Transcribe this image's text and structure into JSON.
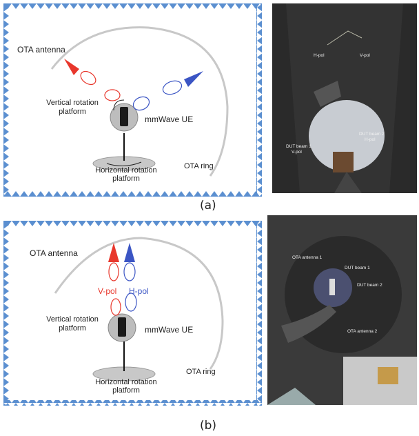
{
  "panel_a": {
    "caption": "(a)",
    "ota_antenna": "OTA antenna",
    "vertical_rotation_line1": "Vertical rotation",
    "vertical_rotation_line2": "platform",
    "mmwave_ue": "mmWave UE",
    "horizontal_rotation_line1": "Horizontal rotation",
    "horizontal_rotation_line2": "platform",
    "ota_ring": "OTA ring",
    "photo": {
      "h_pol": "H-pol",
      "v_pol": "V-pol",
      "dut_beam1_line1": "DUT beam 1",
      "dut_beam1_line2": "V-pol",
      "dut_beam2_line1": "DUT beam 2",
      "dut_beam2_line2": "H-pol"
    }
  },
  "panel_b": {
    "caption": "(b)",
    "ota_antenna": "OTA antenna",
    "v_pol": "V-pol",
    "h_pol": "H-pol",
    "vertical_rotation_line1": "Vertical rotation",
    "vertical_rotation_line2": "platform",
    "mmwave_ue": "mmWave UE",
    "horizontal_rotation_line1": "Horizontal rotation",
    "horizontal_rotation_line2": "platform",
    "ota_ring": "OTA ring",
    "photo": {
      "ota_antenna1": "OTA antenna 1",
      "dut_beam1": "DUT beam 1",
      "dut_beam2": "DUT beam 2",
      "ota_antenna2": "OTA antenna 2"
    }
  },
  "colors": {
    "v_pol": "#e8372c",
    "h_pol": "#3b55c4",
    "border": "#5b8fd0"
  }
}
